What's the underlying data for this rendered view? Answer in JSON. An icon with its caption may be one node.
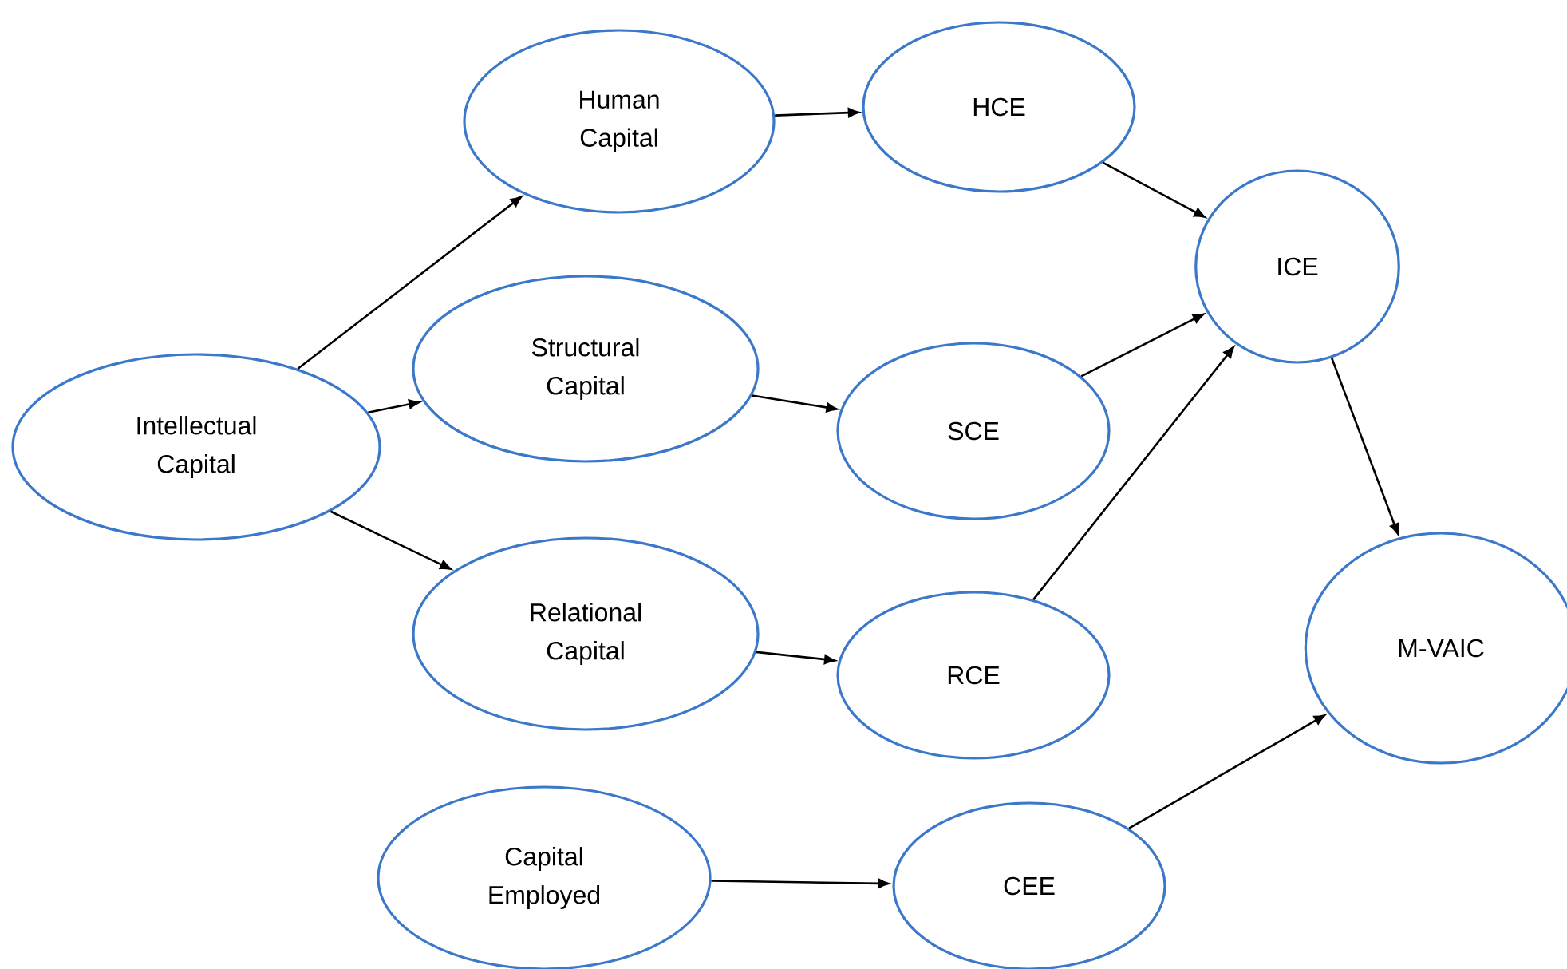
{
  "diagram": {
    "nodes": [
      {
        "text": [
          "Intellectual Capital"
        ]
      },
      {
        "text": [
          "Human Capital"
        ]
      },
      {
        "text": [
          "Structural Capital"
        ]
      },
      {
        "text": [
          "Relational Capital"
        ]
      },
      {
        "text": [
          "Capital Employed"
        ]
      },
      {
        "text": [
          "HCE"
        ]
      },
      {
        "text": [
          "SCE"
        ]
      },
      {
        "text": [
          "RCE"
        ]
      },
      {
        "text": [
          "CEE"
        ]
      },
      {
        "text": [
          "ICE"
        ]
      },
      {
        "text": [
          "M-VAIC"
        ]
      }
    ],
    "edges": [
      {
        "from": 0,
        "to": 1,
        "arrow": "to"
      },
      {
        "from": 0,
        "to": 2,
        "arrow": "to"
      },
      {
        "from": 0,
        "to": 3,
        "arrow": "to"
      },
      {
        "from": 1,
        "to": 5,
        "arrow": "to"
      },
      {
        "from": 2,
        "to": 6,
        "arrow": "to"
      },
      {
        "from": 3,
        "to": 7,
        "arrow": "to"
      },
      {
        "from": 4,
        "to": 8,
        "arrow": "to"
      },
      {
        "from": 5,
        "to": 9,
        "arrow": "to"
      },
      {
        "from": 6,
        "to": 9,
        "arrow": "to"
      },
      {
        "from": 7,
        "to": 9,
        "arrow": "to"
      },
      {
        "from": 9,
        "to": 10,
        "arrow": "to"
      },
      {
        "from": 8,
        "to": 10,
        "arrow": "to"
      }
    ]
  }
}
